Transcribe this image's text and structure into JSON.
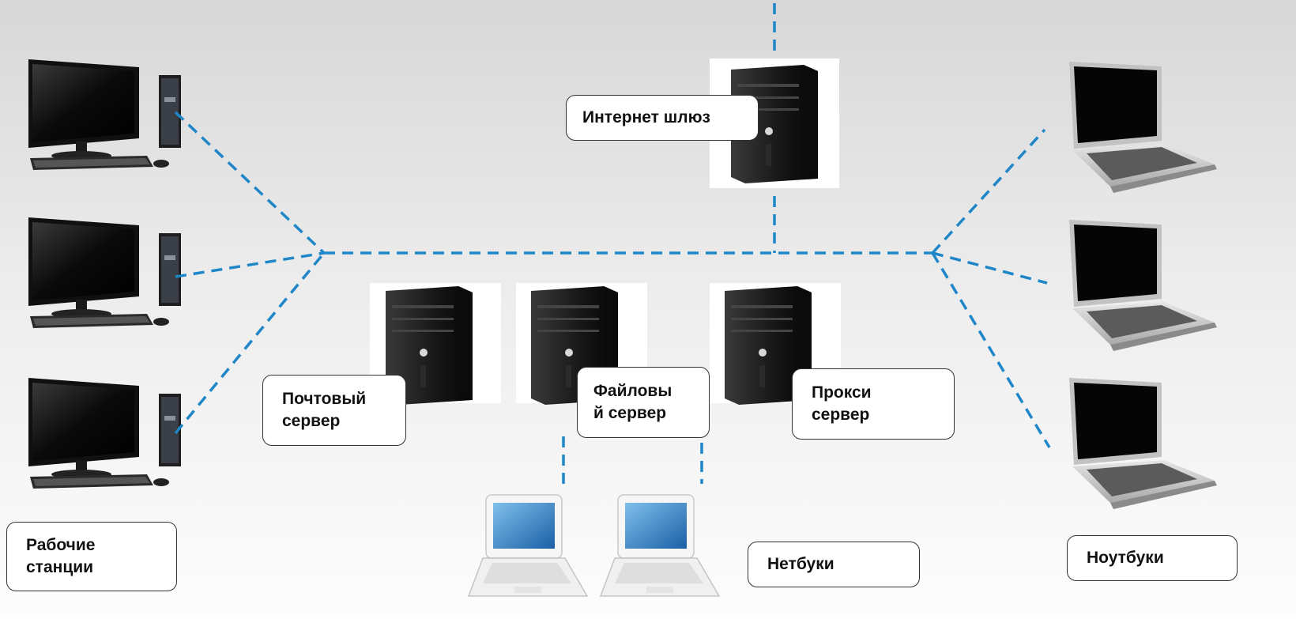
{
  "labels": {
    "gateway": "Интернет шлюз",
    "mail_server": "Почтовый\nсервер",
    "file_server": "Файловы\nй сервер",
    "proxy_server": "Прокси\nсервер",
    "workstations": "Рабочие\nстанции",
    "netbooks": "Нетбуки",
    "laptops": "Ноутбуки"
  },
  "colors": {
    "link": "#1f86c8",
    "tower_body": "#1c1c1c",
    "monitor_frame": "#121212",
    "laptop_body": "#cfcfcf",
    "netbook_screen": "#2f7fc8"
  },
  "icons": {
    "workstation": "desktop-pc-icon",
    "server": "server-tower-icon",
    "laptop": "laptop-icon",
    "netbook": "netbook-icon"
  }
}
